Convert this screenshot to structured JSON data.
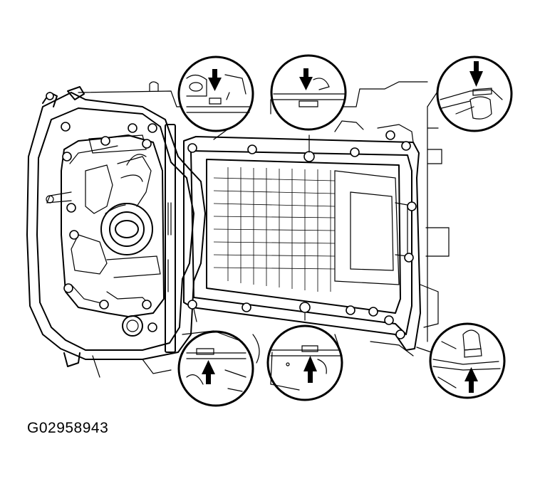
{
  "figure": {
    "code": "G02958943"
  },
  "colors": {
    "line": "#000000",
    "background": "#ffffff"
  },
  "callouts": [
    {
      "name": "top-left",
      "arrow": "down"
    },
    {
      "name": "top-center",
      "arrow": "down"
    },
    {
      "name": "top-right",
      "arrow": "down"
    },
    {
      "name": "bottom-left",
      "arrow": "up"
    },
    {
      "name": "bottom-center",
      "arrow": "up"
    },
    {
      "name": "bottom-right",
      "arrow": "up"
    }
  ]
}
